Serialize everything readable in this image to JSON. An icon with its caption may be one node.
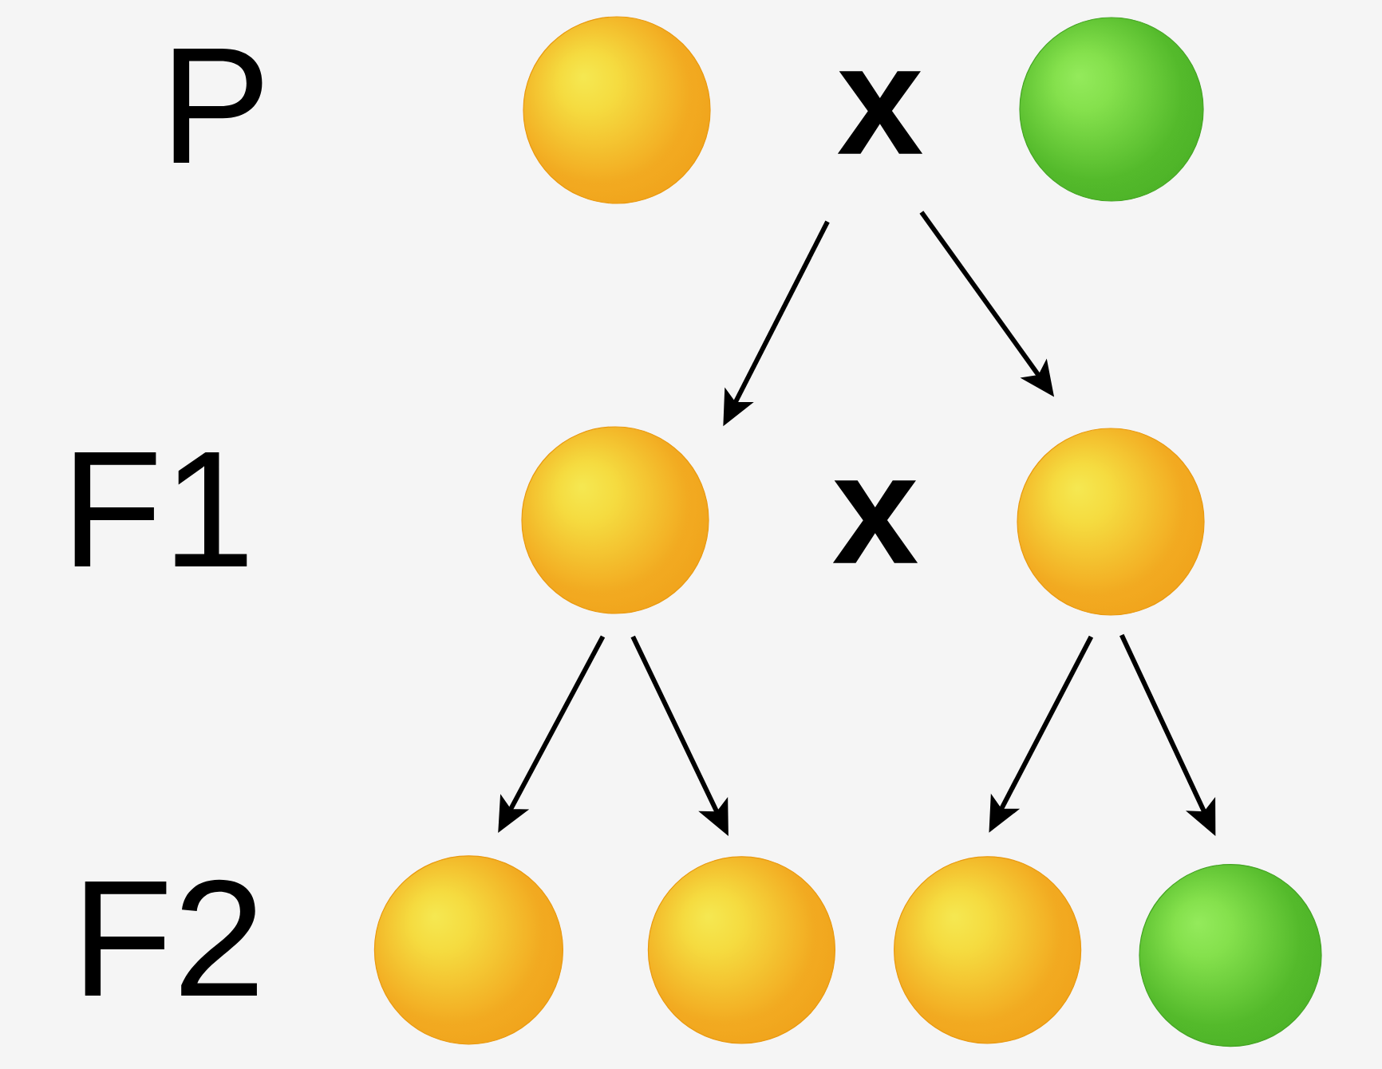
{
  "diagram": {
    "nodes": [
      {
        "text": [],
        "shape": "circle"
      },
      {
        "text": [
          "x"
        ]
      },
      {
        "text": [],
        "shape": "circle"
      },
      {
        "text": [],
        "shape": "circle"
      },
      {
        "text": [],
        "shape": "circle"
      },
      {
        "text": [],
        "shape": "circle"
      },
      {
        "text": [],
        "shape": "circle"
      },
      {
        "text": [],
        "shape": "circle"
      },
      {
        "text": [],
        "shape": "circle"
      }
    ],
    "edges": [
      {
        "from": 1,
        "to": 3,
        "arrow": "to"
      },
      {
        "from": 1,
        "to": 4,
        "arrow": "to"
      },
      {
        "from": 3,
        "to": 5,
        "arrow": "to"
      },
      {
        "from": 3,
        "to": 6,
        "arrow": "to"
      },
      {
        "from": 4,
        "to": 7,
        "arrow": "to"
      },
      {
        "from": 4,
        "to": 8,
        "arrow": "to"
      }
    ],
    "labels": [
      "P",
      "F1",
      "x",
      "F2"
    ]
  }
}
